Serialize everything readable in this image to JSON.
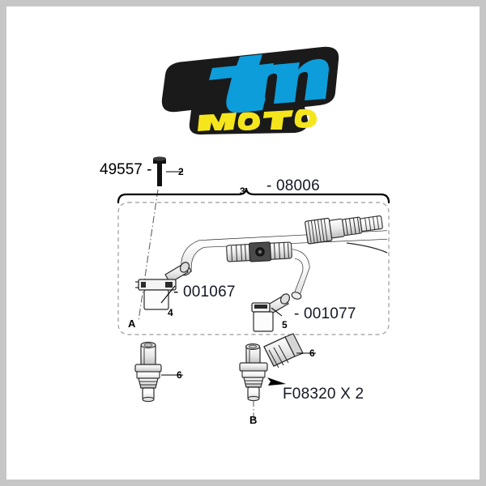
{
  "page": {
    "background_color": "#ffffff",
    "border_color": "#c6c6c6"
  },
  "logo": {
    "brand": "tm",
    "subtitle": "MOTO",
    "brand_color": "#0d9ddb",
    "subtitle_color": "#f5e51c",
    "outline_color": "#1a1a1a"
  },
  "labels": {
    "bolt_part": "49557 -",
    "bolt_callout": "2",
    "assembly_callout": "3",
    "assembly_part": "- 08006",
    "sensor_left_part": "- 001067",
    "sensor_left_callout": "4",
    "sensor_right_part": "- 001077",
    "sensor_right_callout": "5",
    "marker_a": "A",
    "marker_b": "B",
    "injector_left_callout": "6",
    "injector_right_callout": "6",
    "injector_part": "F08320 X 2"
  },
  "colors": {
    "part_number_text": "#141824",
    "line_stroke": "#1a1a1a",
    "dashed_box": "#9a9a9a",
    "shading_light": "#f2f2f2",
    "shading_mid": "#d8d8d8",
    "shading_dark": "#3a3a3a"
  }
}
